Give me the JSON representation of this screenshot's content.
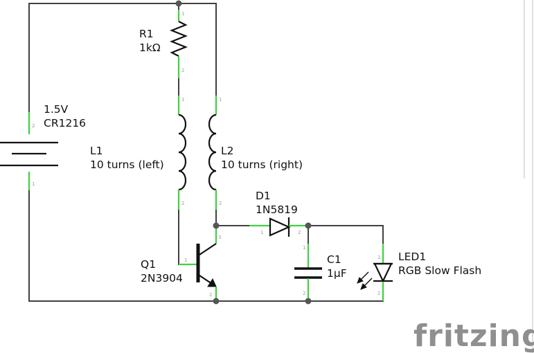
{
  "components": {
    "battery": {
      "name": "1.5V",
      "value": "CR1216"
    },
    "r1": {
      "name": "R1",
      "value": "1kΩ"
    },
    "l1": {
      "name": "L1",
      "value": "10 turns (left)"
    },
    "l2": {
      "name": "L2",
      "value": "10 turns (right)"
    },
    "d1": {
      "name": "D1",
      "value": "1N5819"
    },
    "q1": {
      "name": "Q1",
      "value": "2N3904"
    },
    "c1": {
      "name": "C1",
      "value": "1µF"
    },
    "led1": {
      "name": "LED1",
      "value": "RGB Slow Flash"
    }
  },
  "pins": {
    "battery_top": "2",
    "battery_bottom": "1",
    "r1_top": "1",
    "r1_bottom": "2",
    "l1_top": "1",
    "l1_bottom": "2",
    "l2_top": "1",
    "l2_bottom": "2",
    "d1_left": "1",
    "d1_right": "2",
    "q1_base": "1",
    "q1_collector": "3",
    "q1_emitter": "2",
    "c1_top": "1",
    "c1_bottom": "2",
    "led_top": "1",
    "led_bottom": "2"
  },
  "brand": {
    "name": "fritzing"
  }
}
